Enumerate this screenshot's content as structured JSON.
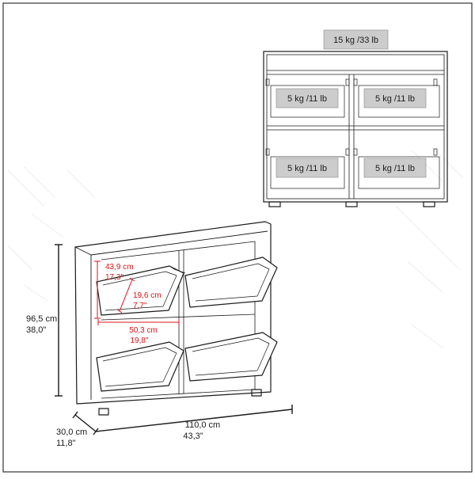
{
  "front_view": {
    "top_load": "15 kg /33 lb",
    "shelf_loads": [
      "5 kg /11 lb",
      "5 kg /11 lb",
      "5 kg /11 lb",
      "5 kg /11 lb"
    ]
  },
  "dimensions": {
    "height_cm": "96,5 cm",
    "height_in": "38,0\"",
    "depth_cm": "30,0 cm",
    "depth_in": "11,8\"",
    "width_cm": "110,0 cm",
    "width_in": "43,3\""
  },
  "compartment": {
    "height_cm": "43,9 cm",
    "height_in": "17,3\"",
    "depth_cm": "19,6 cm",
    "depth_in": "7,7\"",
    "width_cm": "50,3 cm",
    "width_in": "19,8\""
  },
  "colors": {
    "line": "#1a1a1a",
    "label_box": "#cccccc",
    "accent": "#d7141a"
  }
}
